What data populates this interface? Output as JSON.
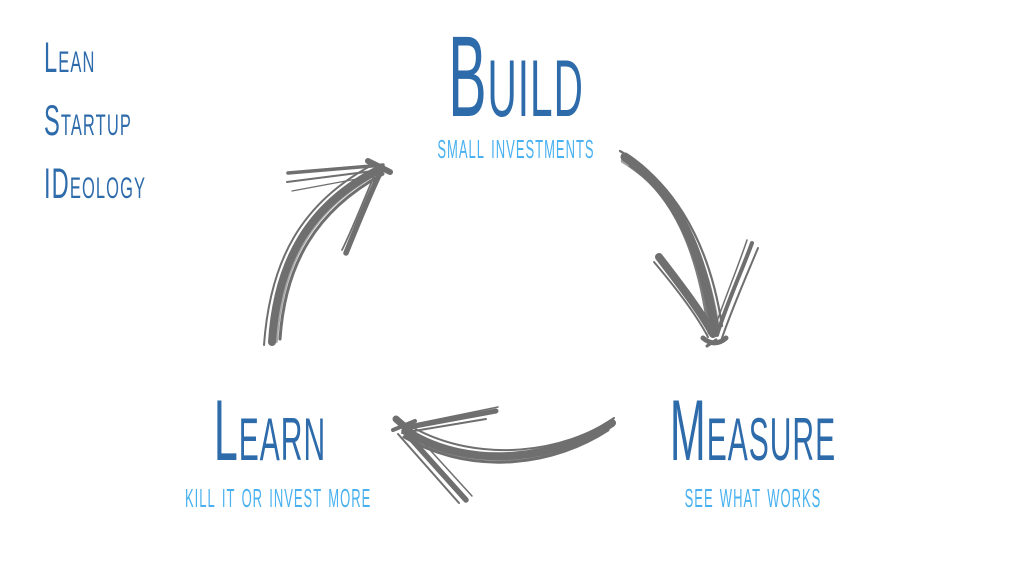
{
  "slide": {
    "background": "#ffffff",
    "colors": {
      "heading_blue": "#2d6bab",
      "subtitle_blue": "#49b1ef",
      "arrow_gray": "#6f6f6f"
    },
    "deck_title": {
      "lines": [
        "Lean",
        "Startup",
        "IDeology"
      ]
    },
    "cycle": {
      "nodes": [
        {
          "id": "build",
          "label": "Build",
          "subtitle": "small investments"
        },
        {
          "id": "measure",
          "label": "Measure",
          "subtitle": "see what works"
        },
        {
          "id": "learn",
          "label": "Learn",
          "subtitle": "kill it or invest more"
        }
      ],
      "arrows": [
        {
          "from": "build",
          "to": "measure"
        },
        {
          "from": "measure",
          "to": "learn"
        },
        {
          "from": "learn",
          "to": "build"
        }
      ]
    }
  }
}
